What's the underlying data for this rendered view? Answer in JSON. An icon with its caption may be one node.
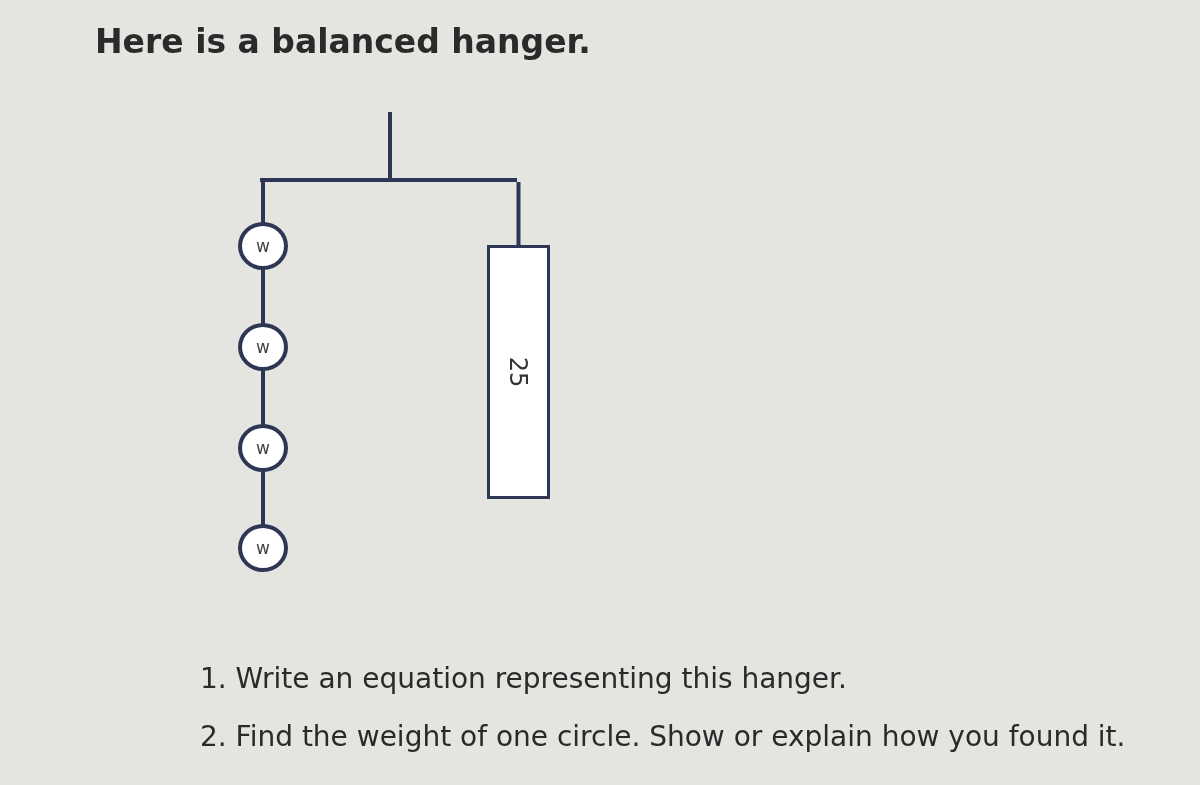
{
  "diagram": {
    "title": "Here is a balanced hanger.",
    "nodes": [
      {
        "text": [],
        "shape": "bar"
      },
      {
        "text": [
          "w"
        ]
      },
      {
        "text": [
          "w"
        ]
      },
      {
        "text": [
          "w"
        ]
      },
      {
        "text": [
          "w"
        ]
      },
      {
        "text": [
          "25"
        ]
      }
    ],
    "edges": [
      {
        "from": 0,
        "to": 1,
        "arrow": "none"
      },
      {
        "from": 1,
        "to": 2,
        "arrow": "none"
      },
      {
        "from": 2,
        "to": 3,
        "arrow": "none"
      },
      {
        "from": 3,
        "to": 4,
        "arrow": "none"
      },
      {
        "from": 0,
        "to": 5,
        "arrow": "none"
      }
    ],
    "labels": [
      "1. Write an equation representing this hanger.",
      "2. Find the weight of one circle. Show or explain how you found it."
    ]
  }
}
